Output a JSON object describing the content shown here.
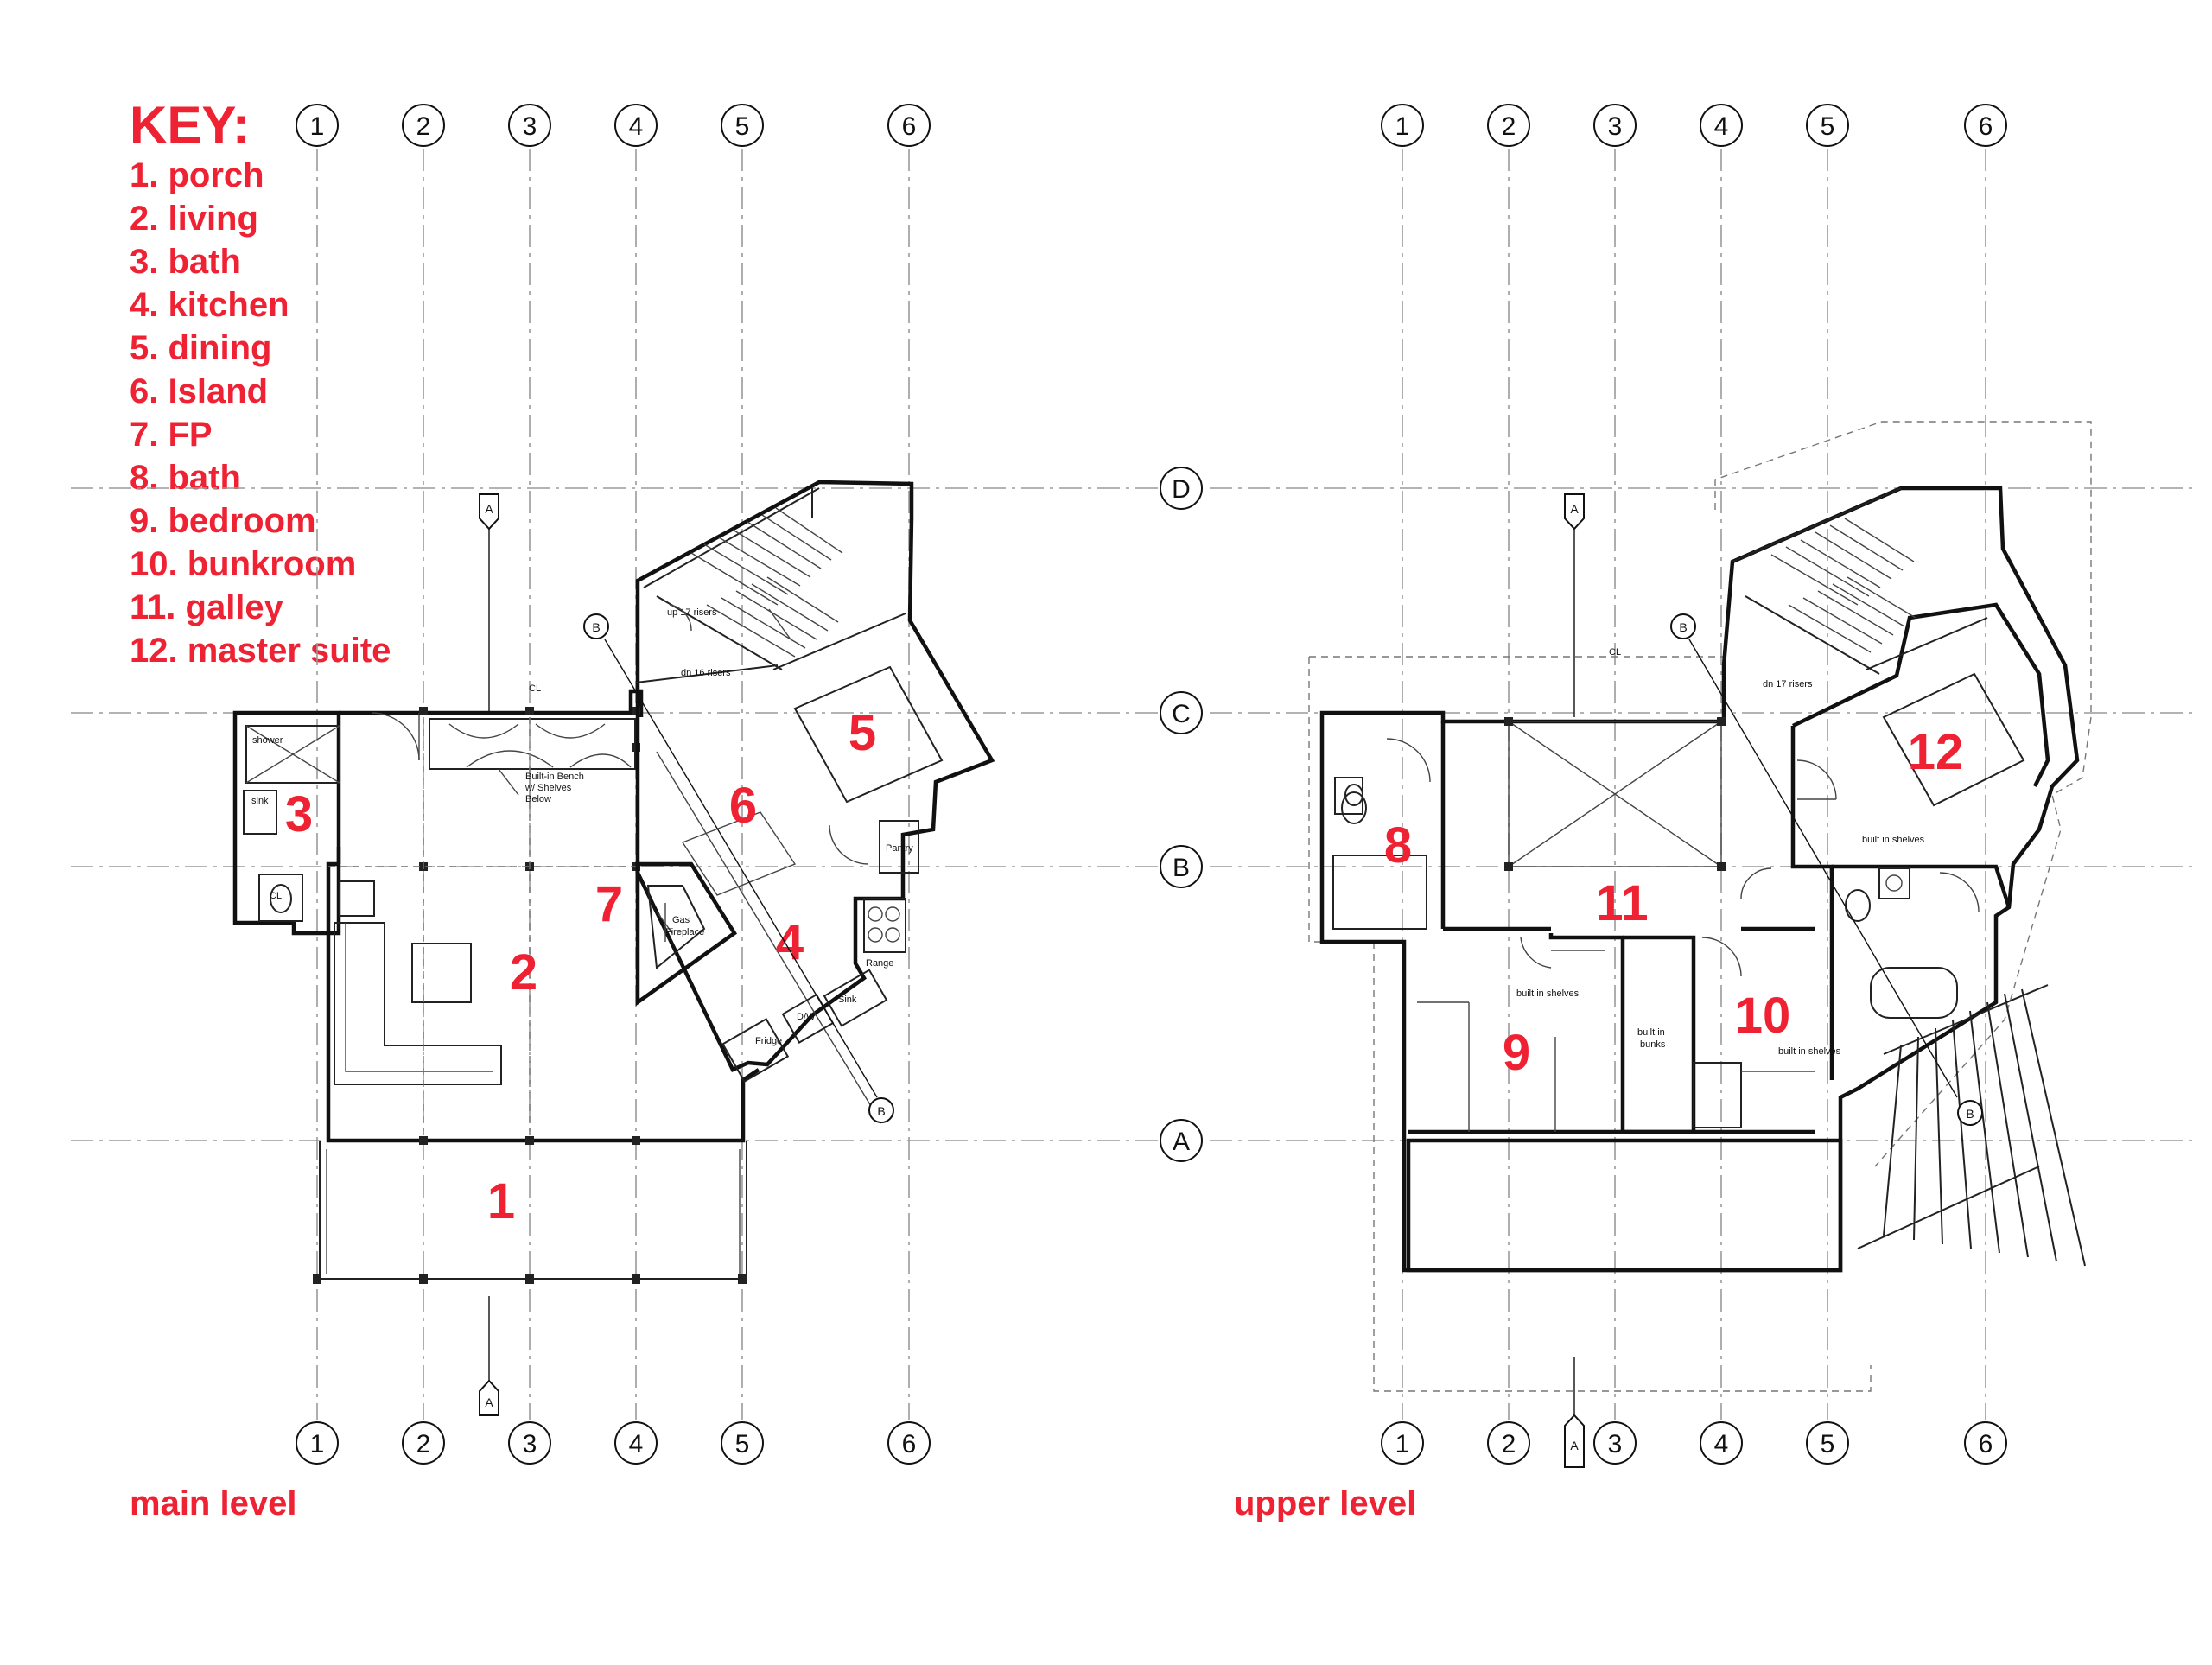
{
  "key": {
    "title": "KEY:",
    "items": [
      "1. porch",
      "2. living",
      "3. bath",
      "4. kitchen",
      "5. dining",
      "6. Island",
      "7. FP",
      "8. bath",
      "9. bedroom",
      "10. bunkroom",
      "11. galley",
      "12. master suite"
    ]
  },
  "levels": {
    "main": "main level",
    "upper": "upper level"
  },
  "grid": {
    "columns": [
      "1",
      "2",
      "3",
      "4",
      "5",
      "6"
    ],
    "rows": [
      "D",
      "C",
      "B",
      "A"
    ]
  },
  "section_marks": {
    "a": "A",
    "b": "B"
  },
  "main_plan": {
    "rooms": [
      "1",
      "2",
      "3",
      "4",
      "5",
      "6",
      "7"
    ],
    "notes": {
      "shower": "shower",
      "sink": "sink",
      "cl": "CL",
      "cl_line": "CL",
      "bench_1": "Built-in Bench",
      "bench_2": "w/ Shelves",
      "bench_3": "Below",
      "up_risers": "up 17 risers",
      "dn_risers": "dn 16 risers",
      "fireplace_1": "Gas",
      "fireplace_2": "Fireplace",
      "pantry": "Pantry",
      "range": "Range",
      "sink_k": "Sink",
      "dw": "D/W",
      "fridge": "Fridge"
    }
  },
  "upper_plan": {
    "rooms": [
      "8",
      "9",
      "10",
      "11",
      "12"
    ],
    "notes": {
      "cl_line": "CL",
      "dn_risers": "dn 17 risers",
      "shelves_12": "built in shelves",
      "shelves_9": "built in shelves",
      "shelves_10": "built in shelves",
      "bunks_1": "built in",
      "bunks_2": "bunks"
    }
  }
}
